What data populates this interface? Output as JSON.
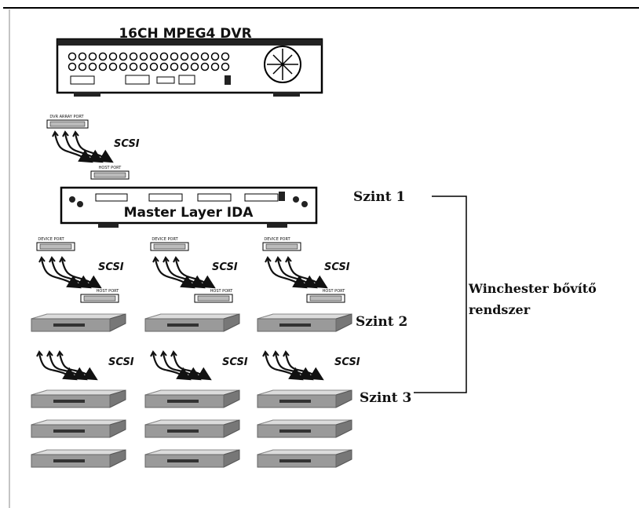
{
  "dvr": {
    "title": "16CH MPEG4 DVR",
    "port_label": "DVR ARRAY PORT"
  },
  "master": {
    "label": "Master Layer IDA",
    "host_port": "HOST PORT"
  },
  "ports": {
    "device_port": "DEVICE PORT",
    "host_port": "HOST PORT"
  },
  "cable_label": "SCSI",
  "levels": [
    "Szint 1",
    "Szint 2",
    "Szint 3"
  ],
  "system_label": {
    "line1": "Winchester bővítő",
    "line2": "rendszer"
  },
  "counts": {
    "columns": 3,
    "drive_rows": 4
  }
}
